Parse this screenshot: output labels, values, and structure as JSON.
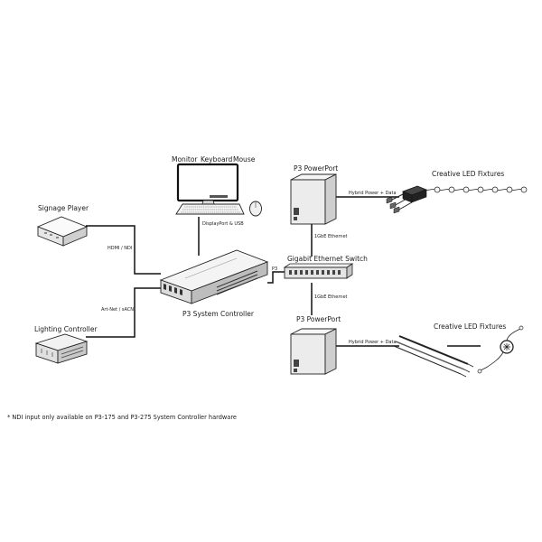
{
  "labels": {
    "monitor": "Monitor",
    "keyboard": "Keyboard",
    "mouse": "Mouse",
    "signage_player": "Signage Player",
    "lighting_controller": "Lighting Controller",
    "system_controller": "P3 System Controller",
    "powerport_top": "P3 PowerPort",
    "powerport_bottom": "P3 PowerPort",
    "switch": "Gigabit Ethernet Switch",
    "fixtures_top": "Creative LED Fixtures",
    "fixtures_bottom": "Creative LED Fixtures"
  },
  "connections": {
    "displayport_usb": "DisplayPort & USB",
    "hdmi_ndi": "HDMI / NDI",
    "artnet_sacn": "Art-Net / sACN",
    "p3": "P3",
    "gbe_top": "1GbE Ethernet",
    "gbe_bottom": "1GbE Ethernet",
    "hybrid_top": "Hybrid Power + Data",
    "hybrid_bottom": "Hybrid Power + Data"
  },
  "footnote": "* NDI input only available on P3-175 and P3-275 System Controller hardware"
}
